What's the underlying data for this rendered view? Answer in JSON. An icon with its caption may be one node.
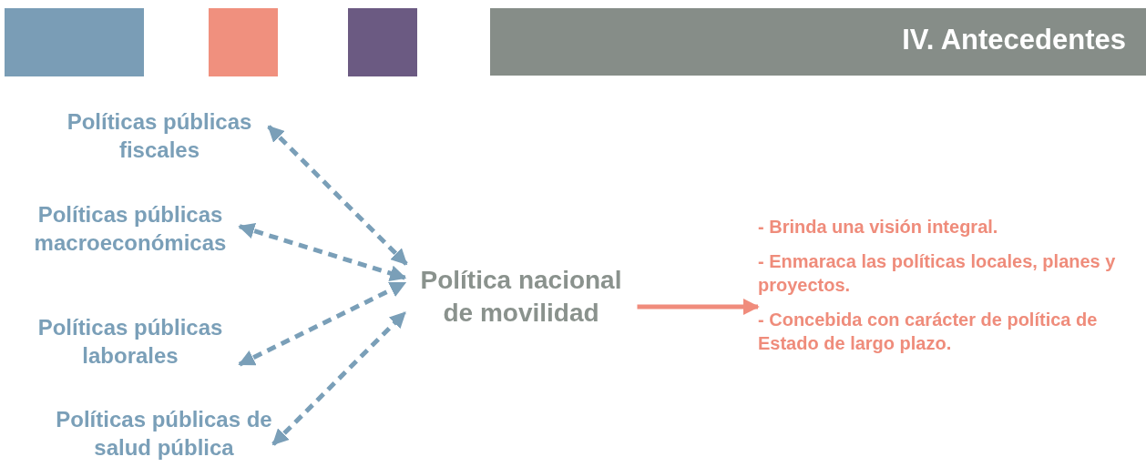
{
  "diagram": {
    "title": "IV. Antecedentes",
    "nodes": [
      {
        "text": [
          "Políticas públicas fiscales"
        ]
      },
      {
        "text": [
          "Políticas públicas macroeconómicas"
        ]
      },
      {
        "text": [
          "Políticas públicas laborales"
        ]
      },
      {
        "text": [
          "Políticas públicas de salud pública"
        ]
      },
      {
        "text": [
          "Política nacional de movilidad"
        ]
      },
      {
        "text": [
          "- Brinda una visión integral.",
          "- Enmaraca las políticas locales, planes y proyectos.",
          "- Concebida con carácter de política de Estado de largo plazo."
        ]
      }
    ],
    "edges": [
      {
        "from": 0,
        "to": 4,
        "arrow": "both",
        "style": "dashed"
      },
      {
        "from": 1,
        "to": 4,
        "arrow": "both",
        "style": "dashed"
      },
      {
        "from": 2,
        "to": 4,
        "arrow": "both",
        "style": "dashed"
      },
      {
        "from": 3,
        "to": 4,
        "arrow": "both",
        "style": "dashed"
      },
      {
        "from": 4,
        "to": 5,
        "arrow": "to",
        "color": "#f08c7c"
      }
    ]
  }
}
